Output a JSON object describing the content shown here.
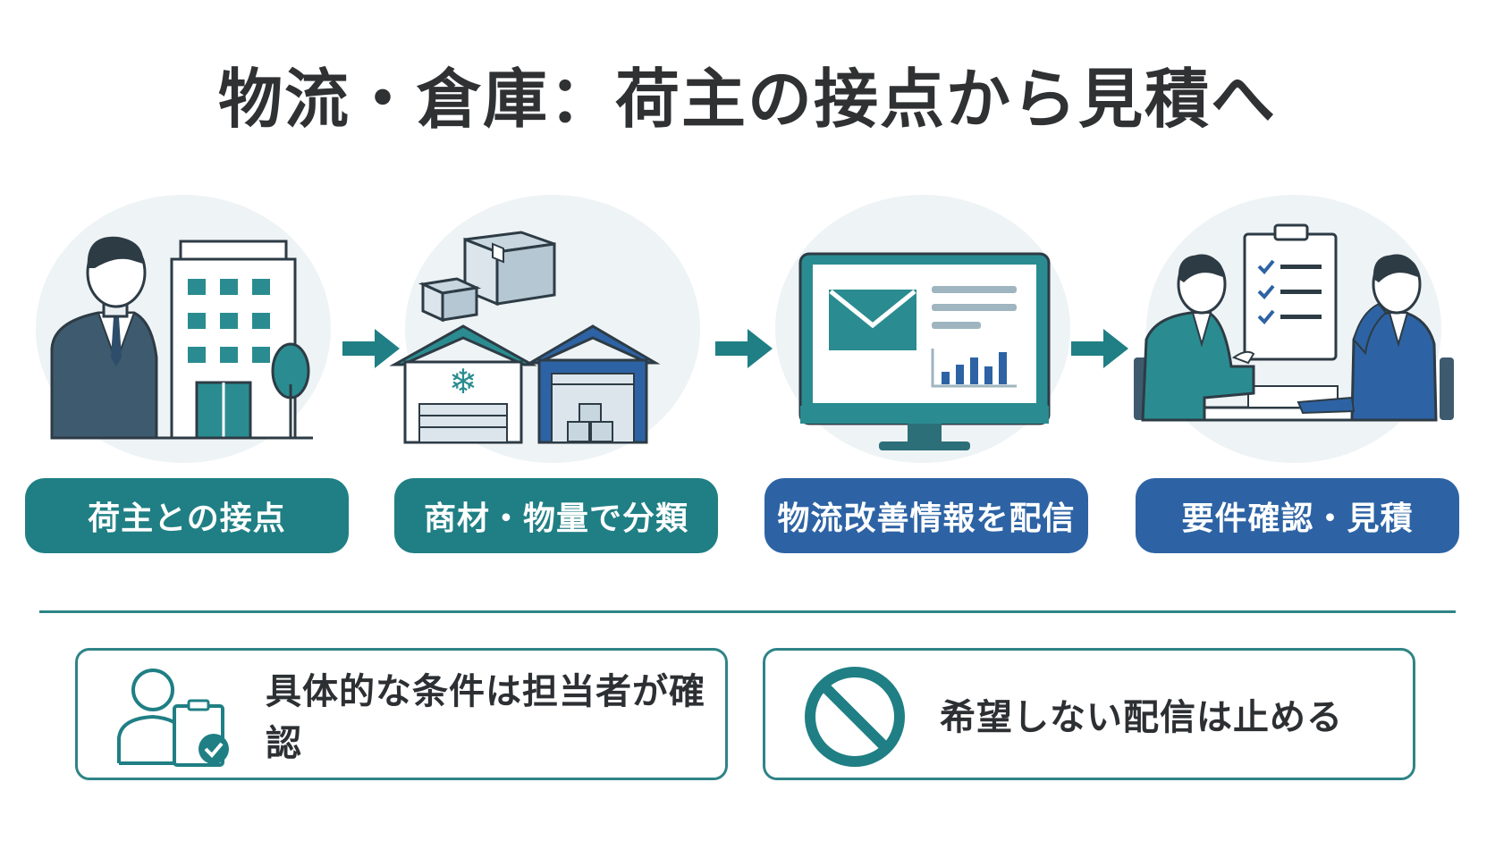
{
  "title": "物流・倉庫：荷主の接点から見積へ",
  "steps": [
    {
      "label": "荷主との接点",
      "icon": "shipper-building-icon"
    },
    {
      "label": "商材・物量で分類",
      "icon": "warehouse-icon"
    },
    {
      "label": "物流改善情報を配信",
      "icon": "monitor-mail-icon"
    },
    {
      "label": "要件確認・見積",
      "icon": "meeting-checklist-icon"
    }
  ],
  "notes": [
    {
      "text": "具体的な条件は担当者が確認",
      "icon": "person-clipboard-check-icon"
    },
    {
      "text": "希望しない配信は止める",
      "icon": "prohibited-icon"
    }
  ],
  "colors": {
    "teal": "#1f7f84",
    "blue": "#2d63a4",
    "text": "#2f3133"
  }
}
